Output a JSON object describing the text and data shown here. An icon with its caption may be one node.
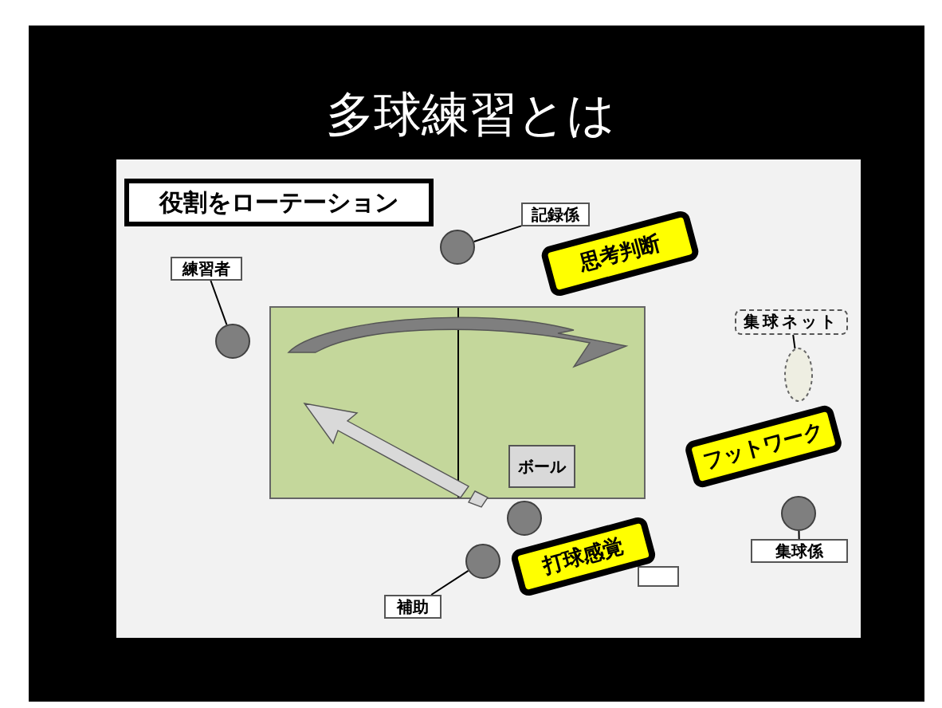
{
  "diagram": {
    "title": "多球練習とは",
    "nodes": [
      {
        "text": [
          "役割をローテーション"
        ]
      },
      {
        "text": [
          "記録係"
        ]
      },
      {
        "text": [],
        "shape": "circle"
      },
      {
        "text": [
          "思考判断"
        ]
      },
      {
        "text": [
          "練習者"
        ]
      },
      {
        "text": [],
        "shape": "circle"
      },
      {
        "text": [],
        "shape": "box"
      },
      {
        "text": [
          "ボール"
        ],
        "in": 6
      },
      {
        "text": [
          "集球ネット"
        ]
      },
      {
        "text": [],
        "shape": "ellipse"
      },
      {
        "text": [
          "フットワーク"
        ]
      },
      {
        "text": [],
        "shape": "circle"
      },
      {
        "text": [
          "集球係"
        ]
      },
      {
        "text": [],
        "shape": "circle"
      },
      {
        "text": [],
        "shape": "box"
      },
      {
        "text": [
          "打球感覚"
        ]
      },
      {
        "text": [],
        "shape": "circle"
      },
      {
        "text": [
          "補助"
        ]
      }
    ],
    "edges": [
      {
        "from": 1,
        "to": 2,
        "arrow": "none"
      },
      {
        "from": 4,
        "to": 5,
        "arrow": "none"
      },
      {
        "from": 8,
        "to": 9,
        "arrow": "none"
      },
      {
        "from": 12,
        "to": 11,
        "arrow": "none"
      },
      {
        "from": 17,
        "to": 16,
        "arrow": "none"
      }
    ]
  }
}
